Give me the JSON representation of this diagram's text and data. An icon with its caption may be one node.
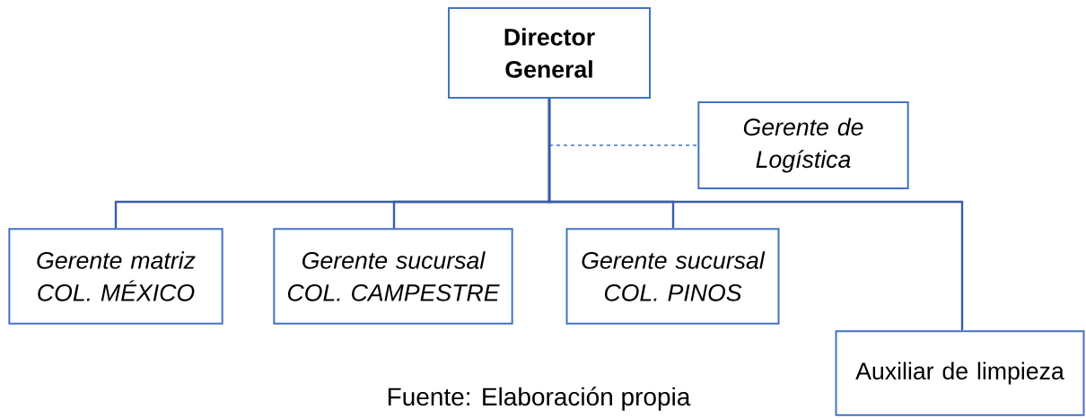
{
  "diagram": {
    "caption": "Fuente: Elaboración propia",
    "nodes": [
      {
        "text": [
          "Director General"
        ]
      },
      {
        "text": [
          "Gerente de Logística"
        ]
      },
      {
        "text": [
          "Gerente matriz",
          "COL. MÉXICO"
        ]
      },
      {
        "text": [
          "Gerente sucursal",
          "COL. CAMPESTRE"
        ]
      },
      {
        "text": [
          "Gerente sucursal",
          "COL. PINOS"
        ]
      },
      {
        "text": [
          "Auxiliar de limpieza"
        ]
      }
    ],
    "edges": [
      {
        "from": 0,
        "to": 1,
        "arrow": "none",
        "style": "dashed"
      },
      {
        "from": 0,
        "to": 2,
        "arrow": "none"
      },
      {
        "from": 0,
        "to": 3,
        "arrow": "none"
      },
      {
        "from": 0,
        "to": 4,
        "arrow": "none"
      },
      {
        "from": 0,
        "to": 5,
        "arrow": "none"
      }
    ]
  }
}
